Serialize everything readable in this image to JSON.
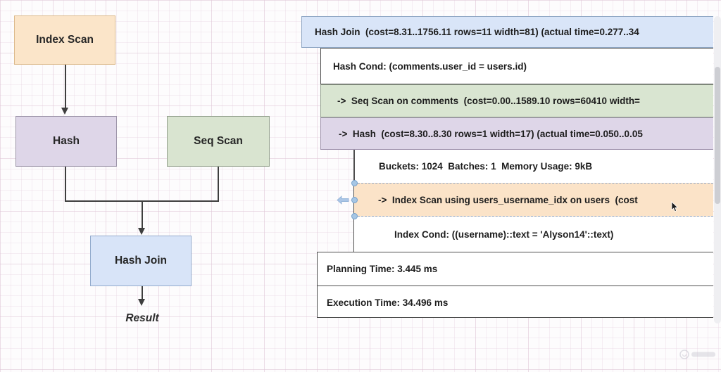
{
  "flowchart": {
    "nodes": [
      {
        "key": "index-scan",
        "label": "Index Scan",
        "fill": "#fbe5c9",
        "stroke": "#dcb98b"
      },
      {
        "key": "hash",
        "label": "Hash",
        "fill": "#ded6e8",
        "stroke": "#9c94a8"
      },
      {
        "key": "seq-scan",
        "label": "Seq Scan",
        "fill": "#d9e4d0",
        "stroke": "#96a390"
      },
      {
        "key": "hash-join",
        "label": "Hash Join",
        "fill": "#d8e4f8",
        "stroke": "#93abcd"
      }
    ],
    "result_label": "Result"
  },
  "plan_view": {
    "rows": [
      {
        "name": "hash-join-row",
        "text": "Hash Join  (cost=8.31..1756.11 rows=11 width=81) (actual time=0.277..34",
        "fill": "#d9e5f8"
      },
      {
        "name": "hash-cond-row",
        "text": "Hash Cond: (comments.user_id = users.id)",
        "fill": "#ffffff"
      },
      {
        "name": "seq-scan-row",
        "text": "->  Seq Scan on comments  (cost=0.00..1589.10 rows=60410 width=",
        "fill": "#d9e5d1"
      },
      {
        "name": "hash-row",
        "text": "->  Hash  (cost=8.30..8.30 rows=1 width=17) (actual time=0.050..0.05",
        "fill": "#ded6e8"
      },
      {
        "name": "buckets-row",
        "text": "Buckets: 1024  Batches: 1  Memory Usage: 9kB",
        "fill": "#ffffff"
      },
      {
        "name": "index-scan-row",
        "text": "->  Index Scan using users_username_idx on users  (cost",
        "fill": "#fbe3c8",
        "selected": true
      },
      {
        "name": "index-cond-row",
        "text": "Index Cond: ((username)::text = 'Alyson14'::text)",
        "fill": "#ffffff"
      },
      {
        "name": "planning-row",
        "text": "Planning Time: 3.445 ms",
        "fill": "#ffffff"
      },
      {
        "name": "execution-row",
        "text": "Execution Time: 34.496 ms",
        "fill": "#ffffff"
      }
    ]
  },
  "colors": {
    "selection_handle": "#a6c6e4",
    "selection_dash": "#92a8c6",
    "connector": "#3e3e3e",
    "grid_line": "#e6d5e1",
    "row_border_dark": "#4e4e4e"
  }
}
